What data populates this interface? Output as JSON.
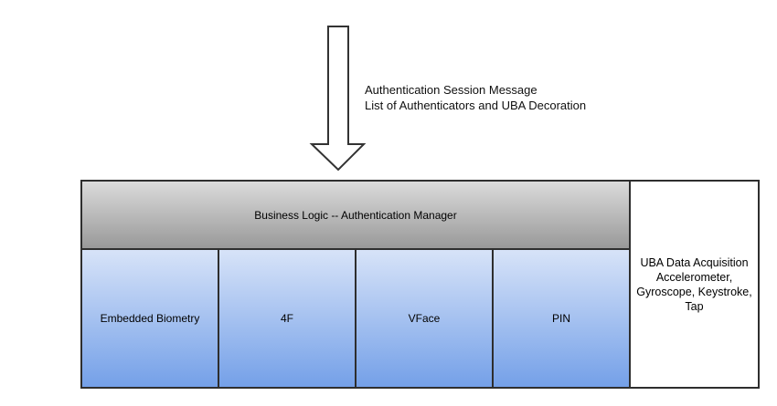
{
  "annotation": {
    "line1": "Authentication Session Message",
    "line2": "List of Authenticators and UBA Decoration"
  },
  "manager": {
    "label": "Business Logic -- Authentication Manager"
  },
  "authenticators": [
    {
      "label": "Embedded Biometry"
    },
    {
      "label": "4F"
    },
    {
      "label": "VFace"
    },
    {
      "label": "PIN"
    }
  ],
  "uba": {
    "lines": [
      "UBA Data Acquisition",
      "Accelerometer,",
      "Gyroscope, Keystroke,",
      "Tap"
    ]
  },
  "colors": {
    "border": "#2e2e2e",
    "arrow_outline": "#333333",
    "arrow_fill": "#ffffff",
    "manager_gradient_top": "#dbdbdb",
    "manager_gradient_bottom": "#999999",
    "auth_gradient_top": "#d7e3f8",
    "auth_gradient_bottom": "#74a0e8",
    "uba_background": "#ffffff"
  }
}
